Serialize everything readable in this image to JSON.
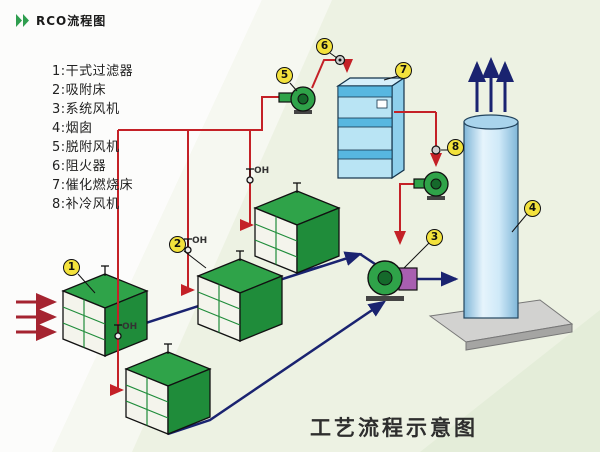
{
  "header": {
    "title": "RCO流程图"
  },
  "legend": {
    "items": [
      "1:干式过滤器",
      "2:吸附床",
      "3:系统风机",
      "4:烟囱",
      "5:脱附风机",
      "6:阻火器",
      "7:催化燃烧床",
      "8:补冷风机"
    ]
  },
  "caption": {
    "text": "工艺流程示意图"
  },
  "badges": [
    {
      "label": "1"
    },
    {
      "label": "2"
    },
    {
      "label": "3"
    },
    {
      "label": "4"
    },
    {
      "label": "5"
    },
    {
      "label": "6"
    },
    {
      "label": "7"
    },
    {
      "label": "8"
    }
  ],
  "valves": {
    "labels": [
      "OH",
      "OH",
      "OH"
    ]
  },
  "colors": {
    "accent_green": "#2f9e4f",
    "box_green_top": "#2fa349",
    "box_green_side": "#1f8c3a",
    "pipe_red": "#c42127",
    "pipe_navy": "#1a2370",
    "badge_yellow": "#f3e23c",
    "unit_blue": "#b9e4f4",
    "unit_blue_dark": "#57b7e0",
    "chimney_blue": "#a9d4ec",
    "fan_purple": "#a85fb0"
  }
}
